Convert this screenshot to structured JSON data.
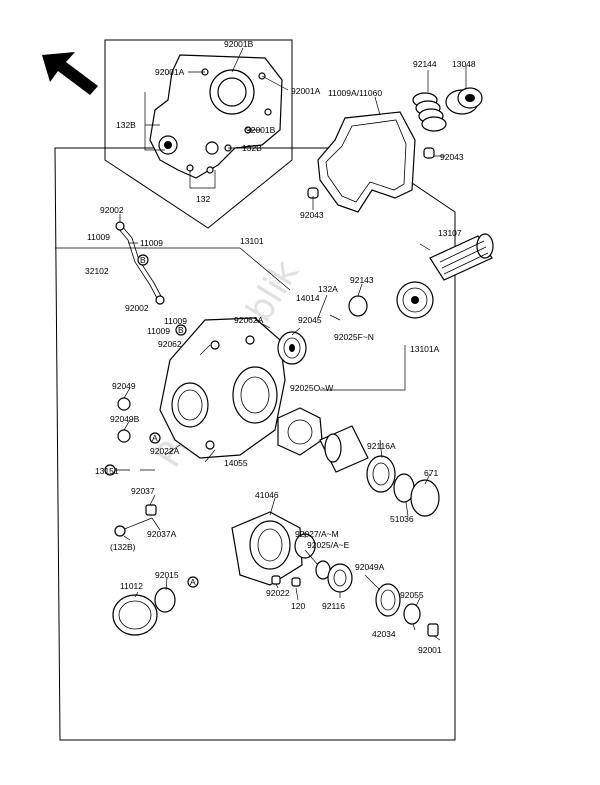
{
  "watermark": "Partsrepublik",
  "labels": {
    "l_92001b_top": "92001B",
    "l_92001a_l": "92001A",
    "l_92001a_r": "92001A",
    "l_132b_1": "132B",
    "l_92001b_mid": "92001B",
    "l_132b_2": "132B",
    "l_132": "132",
    "l_13048": "13048",
    "l_92144": "92144",
    "l_11009a": "11009A/11060",
    "l_92043_r": "92043",
    "l_92043_l": "92043",
    "l_92002_top": "92002",
    "l_11009_1": "11009",
    "l_11009_2": "11009",
    "l_13101": "13101",
    "l_13107": "13107",
    "l_32102": "32102",
    "l_132a": "132A",
    "l_92143": "92143",
    "l_14014": "14014",
    "l_92002_mid": "92002",
    "l_11009_3": "11009",
    "l_11009_4": "11009",
    "l_92062a": "92062A",
    "l_92045": "92045",
    "l_92025f": "92025F~N",
    "l_92062": "92062",
    "l_13101a": "13101A",
    "l_92049": "92049",
    "l_92025o": "92025O~W",
    "l_92049b": "92049B",
    "l_92116a": "92116A",
    "l_92022a": "92022A",
    "l_13151": "13151",
    "l_14055": "14055",
    "l_671": "671",
    "l_92037": "92037",
    "l_51036": "51036",
    "l_41046": "41046",
    "l_92037a": "92037A",
    "l_132b_3": "(132B)",
    "l_92027": "92027/A~M",
    "l_92025a": "92025/A~E",
    "l_11012": "11012",
    "l_92015": "92015",
    "l_92049a": "92049A",
    "l_92022": "92022",
    "l_120": "120",
    "l_92116": "92116",
    "l_92055": "92055",
    "l_42034": "42034",
    "l_92001": "92001"
  },
  "markers": {
    "a": "A",
    "b": "B"
  }
}
